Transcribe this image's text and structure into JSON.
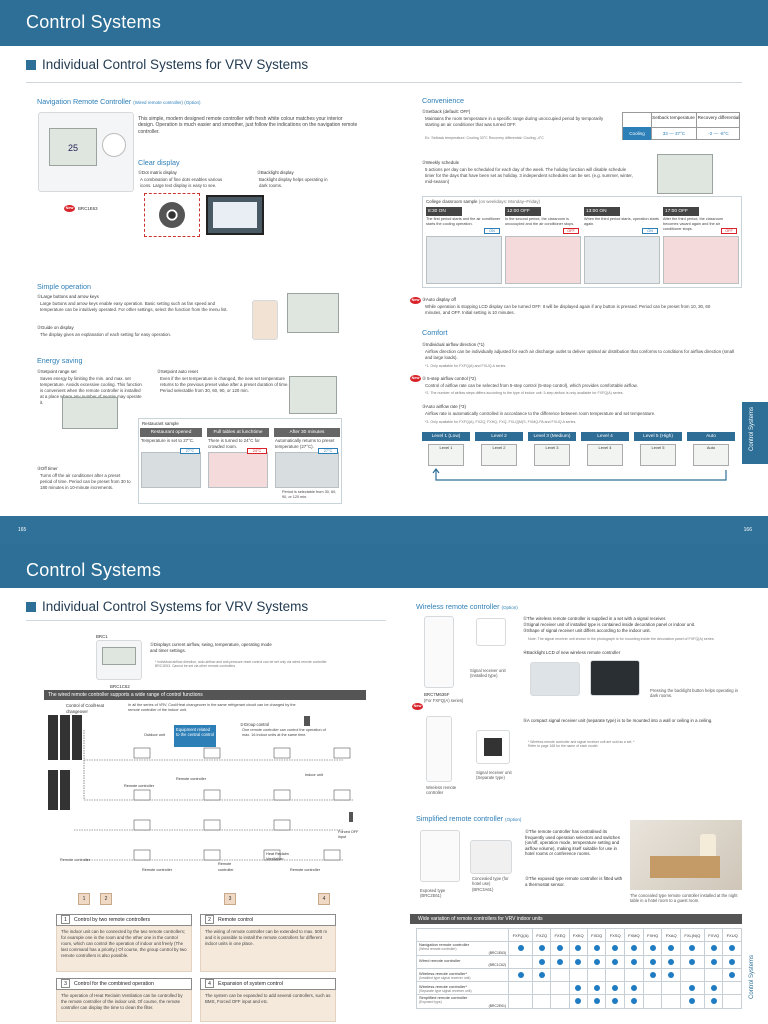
{
  "top_page": {
    "header_title": "Control Systems",
    "section_title": "Individual Control Systems for VRV Systems",
    "nav": {
      "heading": "Navigation Remote Controller",
      "heading_note": "(Wired remote controller) (Option)",
      "intro": "This simple, modern designed remote controller with fresh white colour matches your interior design. Operation is much easier and smoother, just follow the indications on the navigation remote controller.",
      "model": "BRC1E63",
      "clear_display": "Clear display",
      "dot_matrix_title": "①Dot matrix display",
      "dot_matrix_text": "A combination of fine dots enables various icons. Large text display is easy to see.",
      "backlight_title": "②Backlight display",
      "backlight_text": "Backlight display helps operating in dark rooms.",
      "lcd_value": "25",
      "new_badge": "New"
    },
    "simple_op": {
      "heading": "Simple operation",
      "large_title": "①Large buttons and arrow keys",
      "large_text": "Large buttons and arrow keys enable easy operation. Basic setting such as fan speed and temperature can be intuitively operated. For other settings, select the function from the menu list.",
      "guide_title": "②Guide on display",
      "guide_text": "The display gives an explanation of each setting for easy operation."
    },
    "energy": {
      "heading": "Energy saving",
      "range_title": "①Setpoint range set",
      "range_text": "Saves energy by limiting the min. and max. set temperature. Avoids excessive cooling. This function is convenient when the remote controller is installed at a place where any number of people may operate it.",
      "auto_title": "②Setpoint auto reset",
      "auto_text": "Even if the set temperature is changed, the new set temperature returns to the previous preset value after a preset duration of time. Period selectable from 30, 60, 90, or 120 min.",
      "sample_title": "Restaurant sample",
      "sample_cols": [
        "Restaurant opened",
        "Full tables at lunchtime",
        "After 30 minutes"
      ],
      "sample_texts": [
        "Temperature is set to 27°C.",
        "There is turned to 24°C for crowded room.",
        "Automatically returns to preset temperature (27°C)."
      ],
      "sample_temps": [
        "27°C",
        "24°C",
        "27°C"
      ],
      "sample_note": "Period is selectable from 30, 60, 90, or 120 min.",
      "off_title": "③Off timer",
      "off_text": "Turns off the air conditioner after a preset period of time. Period can be preset from 30 to 180 minutes in 10-minute increments."
    },
    "convenience": {
      "heading": "Convenience",
      "setback_title": "①Setback (default: OFF)",
      "setback_text": "Maintains the room temperature in a specific range during unoccupied period by temporarily starting an air conditioner that was turned OFF.",
      "setback_note": "Ex. Setback temperature: Cooling 33°C  Recovery differential: Cooling -4°C",
      "setback_table_head": [
        "Setback temperature",
        "Recovery differential"
      ],
      "setback_table_row": [
        "Cooling",
        "33 — 37°C",
        "-2 — -8°C"
      ],
      "weekly_title": "②Weekly schedule",
      "weekly_text": "5 actions per day can be scheduled for each day of the week. The holiday function will disable schedule timer for the days that have been set as holiday. 3 independent schedules can be set. (e.g. summer, winter, mid-season)",
      "college_title": "College classroom sample",
      "college_note": "(on weekdays: Monday–Friday)",
      "college_times": [
        "8:30 ON",
        "12:00 OFF",
        "13:00 ON",
        "17:00 OFF"
      ],
      "college_texts": [
        "The first period starts and the air conditioner starts the cooling operation.",
        "In the second period, the classroom is unoccupied and the air conditioner stops.",
        "When the third period starts, operation starts again.",
        "After the third period, the classroom becomes vacant again and the air conditioner stops."
      ],
      "college_chips": [
        "ON",
        "OFF",
        "ON",
        "OFF"
      ],
      "autodisplay_title": "③Auto display off",
      "autodisplay_text": "While operation is stopping LCD display can be turned OFF. It will be displayed again if any button is pressed. Period can be preset from 10, 30, 60 minutes, and OFF. Initial setting is 10 minutes."
    },
    "comfort": {
      "heading": "Comfort",
      "airflow_title": "①Individual airflow direction (*1)",
      "airflow_text": "Airflow direction can be individually adjusted for each air discharge outlet to deliver optimal air distribution that conforms to conditions for airflow direction (small and large loads).",
      "airflow_note": "*1. Only available for FXFQ(A) and FXUQ.A series.",
      "step_title": "② 5-step airflow control (*2)",
      "step_text": "Control of airflow rate can be selected from 5-step control (5-step control), which provides comfortable airflow.",
      "step_note": "*2. The number of airflow steps differs according to the type of indoor unit. 5-step airflow is only available for FXFQ(A) series.",
      "autoflow_title": "③Auto airflow rate (*3)",
      "autoflow_text": "Airflow rate is automatically controlled in accordance to the difference between room temperature and set temperature.",
      "autoflow_note": "*3. Only available for FXFQ(A), FXZQ, FXHQ, FXQ, FXLQ(M)S, FXMQ-PA and FXUQ.A series.",
      "levels": [
        "Level 1 (Low)",
        "Level 2",
        "Level 3 (Medium)",
        "Level 4",
        "Level 5 (High)",
        "Auto"
      ],
      "level_screen": [
        "Level 1",
        "Level 2",
        "Level 3",
        "Level 4",
        "Level 5",
        "Auto"
      ],
      "new_badge": "New"
    },
    "side_tab": "Control Systems",
    "page_left": "165",
    "page_right": "166"
  },
  "bottom_page": {
    "header_title": "Control Systems",
    "section_title": "Individual Control Systems for VRV Systems",
    "model_small": "BRC1C62",
    "model_top_label": "BRC1",
    "displays_text": "①Displays current airflow, swing, temperature, operating mode and timer settings.",
    "displays_note": "* Individual airflow direction, auto airflow and anti-pressure reset control can be set only via wired remote controller BRC1E63. Cannot be set via other remote controllers.",
    "wired_banner": "The wired remote controller supports a wide range of control functions",
    "diagram": {
      "cool_heat": "Control of Cool/Heat changeover",
      "cool_heat_text": "In all the series of VRV, Cool/Heat changeover in the same refrigerant circuit can be changed by the remote controller of the indoor unit.",
      "equipment_label": "Equipment related to the central control",
      "group_title": "②Group control",
      "group_text": "One remote controller can control the operation of max. 16 indoor units at the same time.",
      "outdoor": "Outdoor unit",
      "remote": "Remote controller",
      "indoor": "Indoor unit",
      "forced_off": "Forced OFF input",
      "heat_recl": "Heat Reclaim Ventilation",
      "remote_controller": "Remote controller",
      "numbers": [
        "1",
        "2",
        "3",
        "4"
      ]
    },
    "boxes": [
      {
        "num": "1",
        "title": "Control by two remote controllers",
        "text": "The indoor unit can be connected by the two remote controllers; for example one in the room and the other one in the control room, which can control the operation of indoor unit freely (The last command has a priority.) Of course, the group control by two remote controllers is also possible."
      },
      {
        "num": "2",
        "title": "Remote control",
        "text": "The wiring of remote controller can be extended to max. 500 m and it is possible to install the remote controllers for different indoor units in one place."
      },
      {
        "num": "3",
        "title": "Control for the combined operation",
        "text": "The operation of Heat Reclaim Ventilation can be controlled by the remote controller of the indoor unit. Of course, the remote controller can display the time to clean the filter."
      },
      {
        "num": "4",
        "title": "Expansion of system control",
        "text": "The system can be expanded to add several controllers, such as BMS, Forced OFF input and etc."
      }
    ],
    "wireless": {
      "heading": "Wireless remote controller",
      "heading_note": "(Option)",
      "items": [
        "①The wireless remote controller is supplied in a set with a signal receiver.",
        "②Signal receiver unit of installed type is contained inside decoration panel or indoor unit.",
        "③Shape of signal receiver unit differs according to the indoor unit."
      ],
      "item_note": "Note: The signal receiver unit shown in the photograph is for mounting inside the decoration panel of FXFQ(A) series.",
      "backlight": "④Backlight LCD of new wireless remote controller",
      "backlight_cap": "Pressing the backlight button helps operating in dark rooms.",
      "compact": "⑤A compact signal receiver unit (separate type) is to be mounted into a wall or ceiling in a ceiling.",
      "compact_note": "* Wireless remote controller and signal receiver unit are sold as a set. * Refer to page 168 for the name of each model.",
      "model": "BRC7M635F",
      "model_note": "(For FXFQ(A) series)",
      "cap_receiver_installed": "Signal receiver unit (Installed type)",
      "cap_receiver_separate": "Signal receiver unit (Separate type)",
      "cap_remote": "Wireless remote controller",
      "new_badge": "New"
    },
    "simplified": {
      "heading": "Simplified remote controller",
      "heading_note": "(Option)",
      "text1": "①The remote controller has centralised its frequently used operation selectors and switches (on/off, operation mode, temperature setting and airflow volume), making itself suitable for use in hotel rooms or conference rooms.",
      "text2": "②The exposed type remote controller is fitted with a thermostat sensor.",
      "cap_exposed": "Exposed type (BRC2E61)",
      "cap_concealed": "Concealed type (for hotel use) (BRC3A61)",
      "photo_cap": "The concealed type remote controller installed at the night table in a hotel room to a guest room."
    },
    "variation": {
      "title": "Wide variation of remote controllers for VRV indoor units",
      "columns": [
        "FXFQ(A)",
        "FXZQ",
        "FXEQ",
        "FXKQ",
        "FXDQ",
        "FXSQ",
        "FXMQ",
        "FXHQ",
        "FXAQ",
        "FXL(N)Q",
        "FXVQ",
        "FXUQ"
      ],
      "rows": [
        {
          "name": "Navigation remote controller",
          "sub": "(Wired remote controller)",
          "model": "(BRC1E63)",
          "dots": [
            1,
            1,
            1,
            1,
            1,
            1,
            1,
            1,
            1,
            1,
            1,
            1
          ]
        },
        {
          "name": "Wired remote controller",
          "sub": "",
          "model": "(BRC1C62)",
          "dots": [
            0,
            1,
            1,
            1,
            1,
            1,
            1,
            1,
            1,
            1,
            1,
            1
          ]
        },
        {
          "name": "Wireless remote controller*",
          "sub": "(Installed type signal receiver unit)",
          "model": "",
          "dots": [
            1,
            1,
            0,
            0,
            0,
            0,
            0,
            1,
            1,
            0,
            0,
            1
          ]
        },
        {
          "name": "Wireless remote controller*",
          "sub": "(Separate type signal receiver unit)",
          "model": "",
          "dots": [
            0,
            0,
            0,
            1,
            1,
            1,
            1,
            0,
            0,
            1,
            1,
            0
          ]
        },
        {
          "name": "Simplified remote controller",
          "sub": "(Exposed type)",
          "model": "(BRC2E61)",
          "dots": [
            0,
            0,
            0,
            1,
            1,
            1,
            1,
            0,
            0,
            1,
            1,
            0
          ]
        }
      ]
    },
    "side_tab": "Control Systems"
  }
}
